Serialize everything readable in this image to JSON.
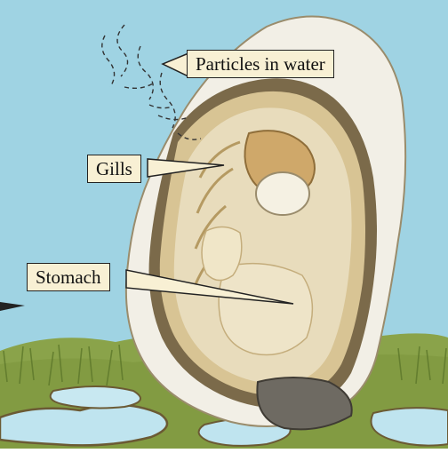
{
  "labels": {
    "particles": "Particles in water",
    "gills": "Gills",
    "stomach": "Stomach"
  },
  "colors": {
    "sky": "#9fd3e3",
    "grass": "#8aa34a",
    "water": "#bfe4ef",
    "shell_outer": "#f2efe6",
    "shell_rim": "#7b6a4a",
    "oyster_flesh": "#e8dcbc",
    "label_bg": "#f8f0d4"
  },
  "icons": {
    "particles": "dashed-wavy-lines"
  }
}
